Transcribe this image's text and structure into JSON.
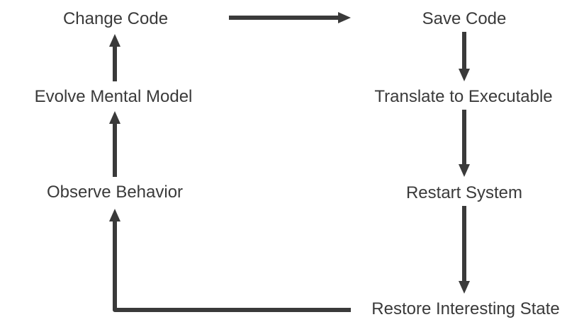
{
  "diagram": {
    "type": "flowchart-cycle",
    "colors": {
      "arrow": "#3a3a3a",
      "text": "#3a3a3a",
      "background": "#ffffff"
    },
    "nodes": {
      "change_code": "Change Code",
      "save_code": "Save Code",
      "evolve_mental_model": "Evolve Mental Model",
      "translate_to_executable": "Translate to Executable",
      "observe_behavior": "Observe Behavior",
      "restart_system": "Restart System",
      "restore_interesting_state": "Restore Interesting State"
    },
    "edges": [
      {
        "from": "Change Code",
        "to": "Save Code"
      },
      {
        "from": "Save Code",
        "to": "Translate to Executable"
      },
      {
        "from": "Translate to Executable",
        "to": "Restart System"
      },
      {
        "from": "Restart System",
        "to": "Restore Interesting State"
      },
      {
        "from": "Restore Interesting State",
        "to": "Observe Behavior"
      },
      {
        "from": "Observe Behavior",
        "to": "Evolve Mental Model"
      },
      {
        "from": "Evolve Mental Model",
        "to": "Change Code"
      }
    ]
  }
}
